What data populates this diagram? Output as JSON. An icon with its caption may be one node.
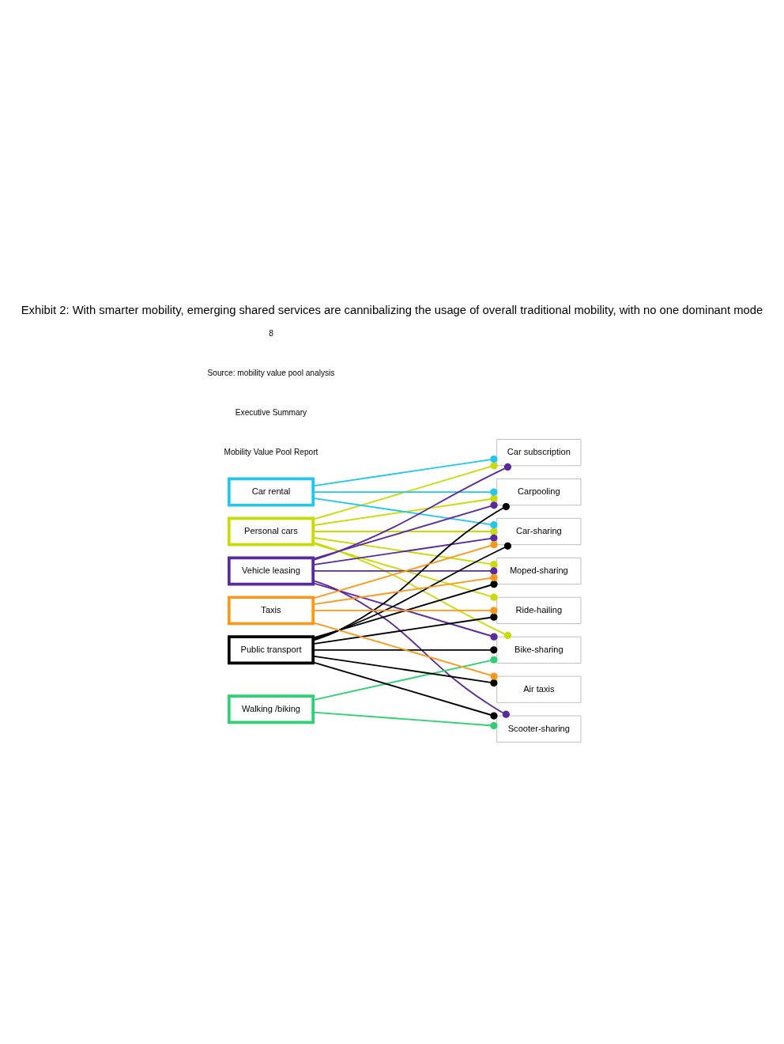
{
  "diagram": {
    "title": "Exhibit 2: With smarter mobility, emerging shared services are cannibalizing the usage of overall traditional mobility, with no one dominant mode",
    "nodes": [
      {
        "text": [
          "Personal cars"
        ]
      },
      {
        "text": [
          "Car rental"
        ]
      },
      {
        "text": [
          "Vehicle leasing"
        ]
      },
      {
        "text": [
          "Walking /biking"
        ]
      },
      {
        "text": [
          "Public transport"
        ]
      },
      {
        "text": [
          "Taxis"
        ]
      },
      {
        "text": [
          "Car-sharing"
        ]
      },
      {
        "text": [
          "Car subscription"
        ]
      },
      {
        "text": [
          "Carpooling"
        ]
      },
      {
        "text": [
          "Ride-hailing"
        ]
      },
      {
        "text": [
          "Air taxis"
        ]
      },
      {
        "text": [
          "Bike-sharing"
        ]
      },
      {
        "text": [
          "Scooter-sharing"
        ]
      },
      {
        "text": [
          "Moped-sharing"
        ]
      }
    ],
    "edges": [
      {
        "from": 0,
        "to": 6,
        "arrow": "other",
        "color": "#c8dc00"
      },
      {
        "from": 2,
        "to": 6,
        "arrow": "other",
        "color": "#5a28a0"
      },
      {
        "from": 1,
        "to": 6,
        "arrow": "other",
        "color": "#1ec8f0"
      },
      {
        "from": 5,
        "to": 6,
        "arrow": "other",
        "color": "#ff9614"
      },
      {
        "from": 4,
        "to": 6,
        "arrow": "other",
        "color": "#000000"
      },
      {
        "from": 1,
        "to": 7,
        "arrow": "other",
        "color": "#1ec8f0"
      },
      {
        "from": 2,
        "to": 7,
        "arrow": "other",
        "color": "#5a28a0"
      },
      {
        "from": 0,
        "to": 7,
        "arrow": "other",
        "color": "#c8dc00"
      },
      {
        "from": 4,
        "to": 8,
        "arrow": "other",
        "color": "#000000"
      },
      {
        "from": 0,
        "to": 8,
        "arrow": "other",
        "color": "#c8dc00"
      },
      {
        "from": 1,
        "to": 8,
        "arrow": "other",
        "color": "#1ec8f0"
      },
      {
        "from": 2,
        "to": 8,
        "arrow": "other",
        "color": "#5a28a0"
      },
      {
        "from": 0,
        "to": 9,
        "arrow": "other",
        "color": "#c8dc00"
      },
      {
        "from": 4,
        "to": 9,
        "arrow": "other",
        "color": "#000000"
      },
      {
        "from": 5,
        "to": 9,
        "arrow": "other",
        "color": "#ff9614"
      },
      {
        "from": 5,
        "to": 10,
        "arrow": "other",
        "color": "#ff9614"
      },
      {
        "from": 4,
        "to": 10,
        "arrow": "other",
        "color": "#000000"
      },
      {
        "from": 3,
        "to": 11,
        "arrow": "other",
        "color": "#2dd273"
      },
      {
        "from": 0,
        "to": 11,
        "arrow": "other",
        "color": "#c8dc00"
      },
      {
        "from": 2,
        "to": 11,
        "arrow": "other",
        "color": "#5a28a0"
      },
      {
        "from": 4,
        "to": 11,
        "arrow": "other",
        "color": "#000000"
      },
      {
        "from": 3,
        "to": 12,
        "arrow": "other",
        "color": "#2dd273"
      },
      {
        "from": 4,
        "to": 12,
        "arrow": "other",
        "color": "#000000"
      },
      {
        "from": 2,
        "to": 12,
        "arrow": "other",
        "color": "#5a28a0"
      },
      {
        "from": 0,
        "to": 13,
        "arrow": "other",
        "color": "#c8dc00"
      },
      {
        "from": 4,
        "to": 13,
        "arrow": "other",
        "color": "#000000"
      },
      {
        "from": 2,
        "to": 13,
        "arrow": "other",
        "color": "#5a28a0"
      },
      {
        "from": 5,
        "to": 13,
        "arrow": "other",
        "color": "#ff9614"
      }
    ],
    "labels": [
      "Mobility Value Pool Report",
      "Executive Summary",
      "Source: mobility value pool analysis",
      "8"
    ]
  }
}
